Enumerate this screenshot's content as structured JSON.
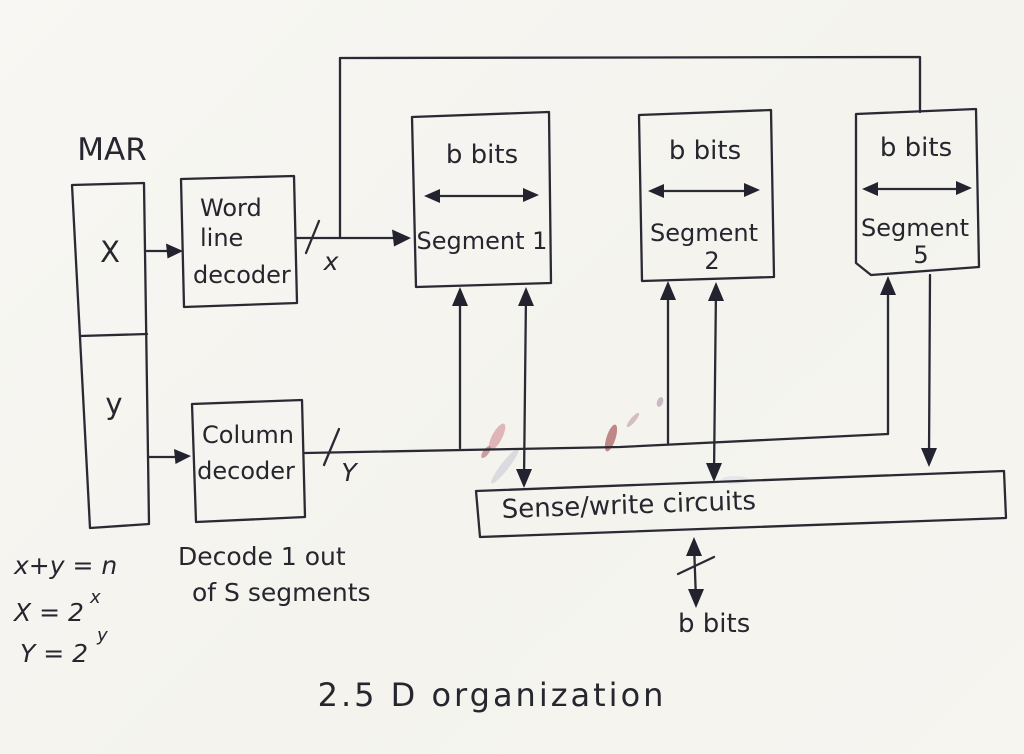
{
  "title": "2.5 D organization",
  "mar": {
    "label": "MAR",
    "x_field": "X",
    "y_field": "y"
  },
  "decoders": {
    "word_line1": "Word",
    "word_line2": "line",
    "word_line3": "decoder",
    "column_line1": "Column",
    "column_line2": "decoder",
    "note_line1": "Decode 1 out",
    "note_line2": "of S segments"
  },
  "buses": {
    "x_label": "x",
    "y_label": "Y",
    "bottom_width_label": "b bits"
  },
  "segments": [
    {
      "bits": "b bits",
      "name": "Segment 1",
      "sub": ""
    },
    {
      "bits": "b bits",
      "name": "Segment",
      "sub": "2"
    },
    {
      "bits": "b bits",
      "name": "Segment",
      "sub": "5"
    }
  ],
  "sense_write": {
    "label": "Sense/write circuits"
  },
  "equations": {
    "sum": "x+y = n",
    "x_base": "X = 2",
    "x_sup": "x",
    "y_base": "Y = 2",
    "y_sup": "y"
  },
  "colors": {
    "ink": "#2a2a34",
    "paper": "#f6f5f0",
    "smudge_red": "#8f2f2f",
    "smudge_pink": "#c76a76"
  }
}
